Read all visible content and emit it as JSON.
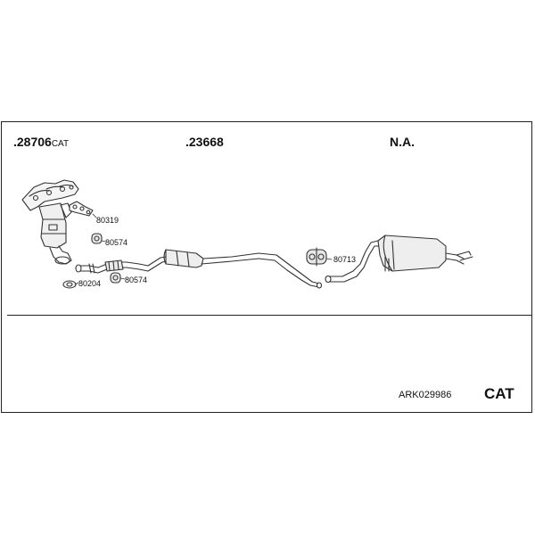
{
  "sections": [
    {
      "part_number": ".28706",
      "suffix": "CAT"
    },
    {
      "part_number": ".23668",
      "suffix": ""
    },
    {
      "part_number": "N.A.",
      "suffix": ""
    }
  ],
  "parts": [
    {
      "code": "80319"
    },
    {
      "code": "80574"
    },
    {
      "code": "80204"
    },
    {
      "code": "80574"
    },
    {
      "code": "80713"
    }
  ],
  "footer": {
    "kit_code": "ARK029986",
    "type_label": "CAT"
  }
}
